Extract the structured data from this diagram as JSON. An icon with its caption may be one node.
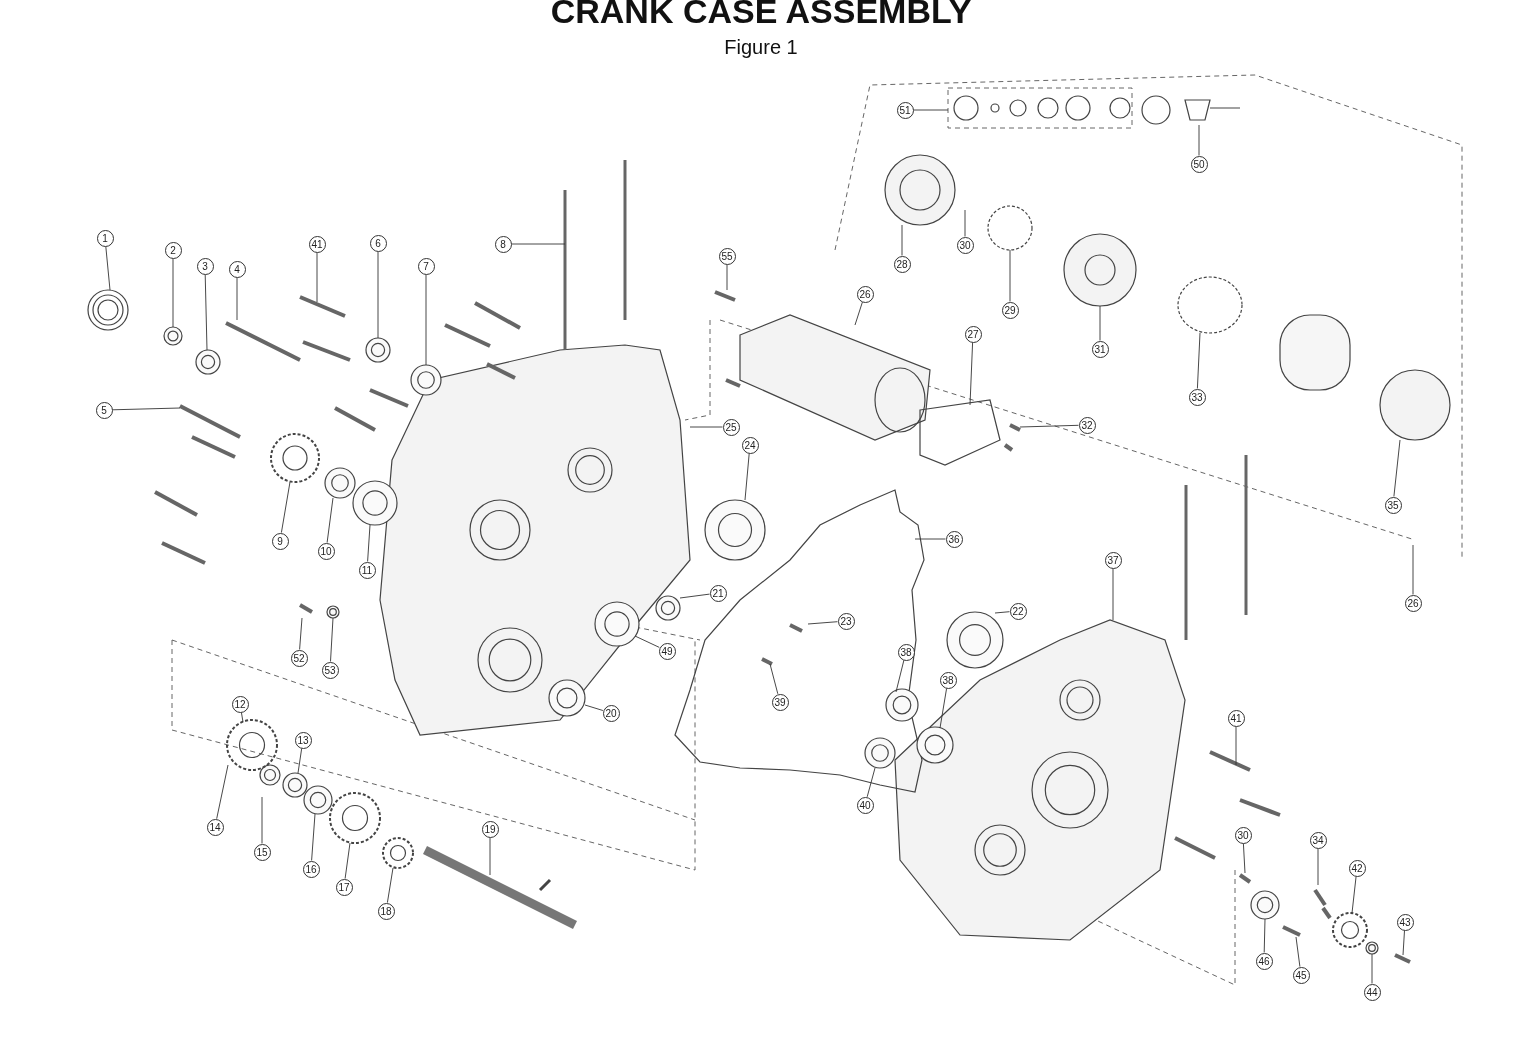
{
  "diagram": {
    "title": "CRANK CASE ASSEMBLY",
    "caption": "Figure 1",
    "nodes": [
      {
        "text": [
          "51"
        ]
      },
      {
        "text": [
          "50"
        ]
      },
      {
        "text": [
          "28"
        ]
      },
      {
        "text": [
          "30"
        ]
      },
      {
        "text": [
          "29"
        ]
      },
      {
        "text": [
          "31"
        ]
      },
      {
        "text": [
          "33"
        ]
      },
      {
        "text": [
          "35"
        ]
      },
      {
        "text": [
          "26"
        ]
      },
      {
        "text": [
          "1"
        ]
      },
      {
        "text": [
          "2"
        ]
      },
      {
        "text": [
          "3"
        ]
      },
      {
        "text": [
          "4"
        ]
      },
      {
        "text": [
          "41"
        ]
      },
      {
        "text": [
          "6"
        ]
      },
      {
        "text": [
          "7"
        ]
      },
      {
        "text": [
          "8"
        ]
      },
      {
        "text": [
          "55"
        ]
      },
      {
        "text": [
          "26"
        ]
      },
      {
        "text": [
          "27"
        ]
      },
      {
        "text": [
          "32"
        ]
      },
      {
        "text": [
          "5"
        ]
      },
      {
        "text": [
          "25"
        ]
      },
      {
        "text": [
          "24"
        ]
      },
      {
        "text": [
          "36"
        ]
      },
      {
        "text": [
          "9"
        ]
      },
      {
        "text": [
          "10"
        ]
      },
      {
        "text": [
          "11"
        ]
      },
      {
        "text": [
          "37"
        ]
      },
      {
        "text": [
          "22"
        ]
      },
      {
        "text": [
          "21"
        ]
      },
      {
        "text": [
          "23"
        ]
      },
      {
        "text": [
          "52"
        ]
      },
      {
        "text": [
          "53"
        ]
      },
      {
        "text": [
          "49"
        ]
      },
      {
        "text": [
          "38"
        ]
      },
      {
        "text": [
          "38"
        ]
      },
      {
        "text": [
          "39"
        ]
      },
      {
        "text": [
          "12"
        ]
      },
      {
        "text": [
          "20"
        ]
      },
      {
        "text": [
          "41"
        ]
      },
      {
        "text": [
          "13"
        ]
      },
      {
        "text": [
          "40"
        ]
      },
      {
        "text": [
          "14"
        ]
      },
      {
        "text": [
          "19"
        ]
      },
      {
        "text": [
          "30"
        ]
      },
      {
        "text": [
          "34"
        ]
      },
      {
        "text": [
          "15"
        ]
      },
      {
        "text": [
          "16"
        ]
      },
      {
        "text": [
          "17"
        ]
      },
      {
        "text": [
          "42"
        ]
      },
      {
        "text": [
          "18"
        ]
      },
      {
        "text": [
          "43"
        ]
      },
      {
        "text": [
          "46"
        ]
      },
      {
        "text": [
          "45"
        ]
      },
      {
        "text": [
          "44"
        ]
      }
    ],
    "edges": [
      {
        "from": 0,
        "to": null,
        "arrow": "none"
      },
      {
        "from": 1,
        "to": null,
        "arrow": "none"
      },
      {
        "from": 2,
        "to": null,
        "arrow": "none"
      },
      {
        "from": 3,
        "to": null,
        "arrow": "none"
      },
      {
        "from": 4,
        "to": null,
        "arrow": "none"
      },
      {
        "from": 5,
        "to": null,
        "arrow": "none"
      },
      {
        "from": 6,
        "to": null,
        "arrow": "none"
      },
      {
        "from": 7,
        "to": null,
        "arrow": "none"
      },
      {
        "from": 8,
        "to": null,
        "arrow": "none"
      },
      {
        "from": 9,
        "to": null,
        "arrow": "none"
      },
      {
        "from": 10,
        "to": null,
        "arrow": "none"
      },
      {
        "from": 11,
        "to": null,
        "arrow": "none"
      },
      {
        "from": 12,
        "to": null,
        "arrow": "none"
      },
      {
        "from": 13,
        "to": null,
        "arrow": "none"
      },
      {
        "from": 14,
        "to": null,
        "arrow": "none"
      },
      {
        "from": 15,
        "to": null,
        "arrow": "none"
      },
      {
        "from": 16,
        "to": null,
        "arrow": "none"
      },
      {
        "from": 17,
        "to": null,
        "arrow": "none"
      },
      {
        "from": 18,
        "to": null,
        "arrow": "none"
      },
      {
        "from": 19,
        "to": null,
        "arrow": "none"
      },
      {
        "from": 20,
        "to": null,
        "arrow": "none"
      },
      {
        "from": 21,
        "to": null,
        "arrow": "none"
      },
      {
        "from": 22,
        "to": null,
        "arrow": "none"
      },
      {
        "from": 23,
        "to": null,
        "arrow": "none"
      },
      {
        "from": 24,
        "to": null,
        "arrow": "none"
      },
      {
        "from": 25,
        "to": null,
        "arrow": "none"
      },
      {
        "from": 26,
        "to": null,
        "arrow": "none"
      },
      {
        "from": 27,
        "to": null,
        "arrow": "none"
      },
      {
        "from": 28,
        "to": null,
        "arrow": "none"
      },
      {
        "from": 29,
        "to": null,
        "arrow": "none"
      },
      {
        "from": 30,
        "to": null,
        "arrow": "none"
      },
      {
        "from": 31,
        "to": null,
        "arrow": "none"
      },
      {
        "from": 32,
        "to": null,
        "arrow": "none"
      },
      {
        "from": 33,
        "to": null,
        "arrow": "none"
      },
      {
        "from": 34,
        "to": null,
        "arrow": "none"
      },
      {
        "from": 35,
        "to": null,
        "arrow": "none"
      },
      {
        "from": 36,
        "to": null,
        "arrow": "none"
      },
      {
        "from": 37,
        "to": null,
        "arrow": "none"
      },
      {
        "from": 38,
        "to": null,
        "arrow": "none"
      },
      {
        "from": 39,
        "to": null,
        "arrow": "none"
      },
      {
        "from": 40,
        "to": null,
        "arrow": "none"
      },
      {
        "from": 41,
        "to": null,
        "arrow": "none"
      },
      {
        "from": 42,
        "to": null,
        "arrow": "none"
      },
      {
        "from": 43,
        "to": null,
        "arrow": "none"
      },
      {
        "from": 44,
        "to": null,
        "arrow": "none"
      },
      {
        "from": 45,
        "to": null,
        "arrow": "none"
      },
      {
        "from": 46,
        "to": null,
        "arrow": "none"
      },
      {
        "from": 47,
        "to": null,
        "arrow": "none"
      },
      {
        "from": 48,
        "to": null,
        "arrow": "none"
      },
      {
        "from": 49,
        "to": null,
        "arrow": "none"
      },
      {
        "from": 50,
        "to": null,
        "arrow": "none"
      },
      {
        "from": 51,
        "to": null,
        "arrow": "none"
      },
      {
        "from": 52,
        "to": null,
        "arrow": "none"
      },
      {
        "from": 53,
        "to": null,
        "arrow": "none"
      },
      {
        "from": 54,
        "to": null,
        "arrow": "none"
      },
      {
        "from": 55,
        "to": null,
        "arrow": "none"
      }
    ]
  }
}
